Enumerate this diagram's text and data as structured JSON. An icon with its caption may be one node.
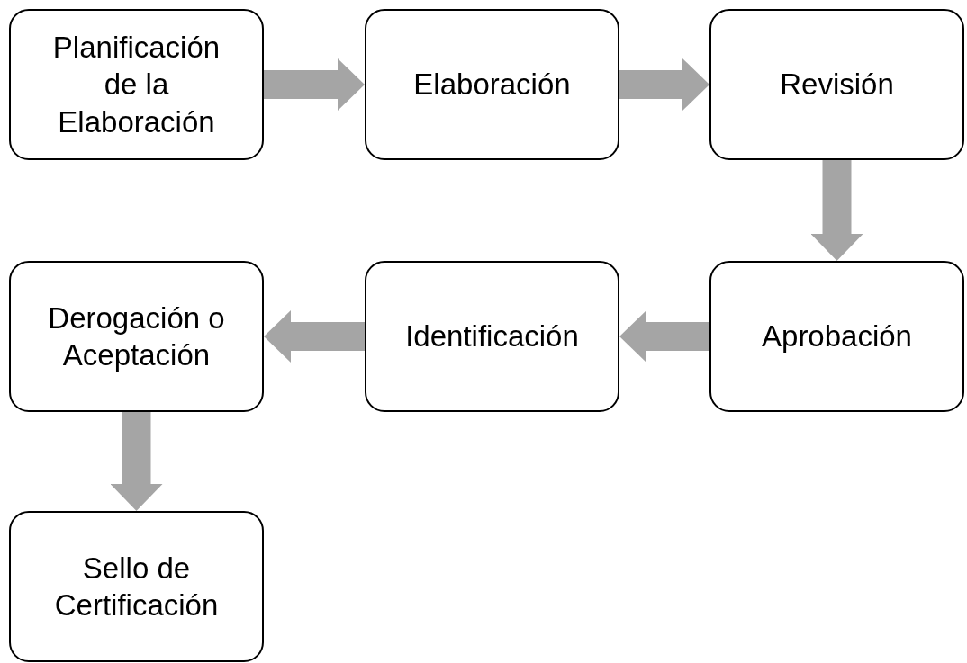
{
  "diagram": {
    "nodes": [
      {
        "text": [
          "Planificación de la Elaboración"
        ]
      },
      {
        "text": [
          "Elaboración"
        ]
      },
      {
        "text": [
          "Revisión"
        ]
      },
      {
        "text": [
          "Aprobación"
        ]
      },
      {
        "text": [
          "Identificación"
        ]
      },
      {
        "text": [
          "Derogación o Aceptación"
        ]
      },
      {
        "text": [
          "Sello de Certificación"
        ]
      }
    ],
    "edges": [
      {
        "from": 0,
        "to": 1,
        "arrow": "to"
      },
      {
        "from": 1,
        "to": 2,
        "arrow": "to"
      },
      {
        "from": 2,
        "to": 3,
        "arrow": "to"
      },
      {
        "from": 3,
        "to": 4,
        "arrow": "to"
      },
      {
        "from": 4,
        "to": 5,
        "arrow": "to"
      },
      {
        "from": 5,
        "to": 6,
        "arrow": "to"
      }
    ]
  }
}
